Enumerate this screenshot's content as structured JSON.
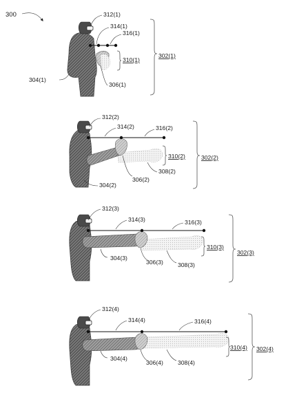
{
  "figure_label": "300",
  "panels": [
    {
      "id": "1",
      "user": "304(1)",
      "headset": "312(1)",
      "reach_near": "314(1)",
      "reach_far": "316(1)",
      "hand": "306(1)",
      "arm_range": "310(1)",
      "panel_label": "302(1)"
    },
    {
      "id": "2",
      "user": "304(2)",
      "headset": "312(2)",
      "reach_near": "314(2)",
      "reach_far": "316(2)",
      "hand": "306(2)",
      "arm_extended": "308(2)",
      "arm_range": "310(2)",
      "panel_label": "302(2)"
    },
    {
      "id": "3",
      "user": "304(3)",
      "headset": "312(3)",
      "reach_near": "314(3)",
      "reach_far": "316(3)",
      "hand": "306(3)",
      "arm_extended": "308(3)",
      "arm_range": "310(3)",
      "panel_label": "302(3)"
    },
    {
      "id": "4",
      "user": "304(4)",
      "headset": "312(4)",
      "reach_near": "314(4)",
      "reach_far": "316(4)",
      "hand": "306(4)",
      "arm_extended": "308(4)",
      "arm_range": "310(4)",
      "panel_label": "302(4)"
    }
  ]
}
